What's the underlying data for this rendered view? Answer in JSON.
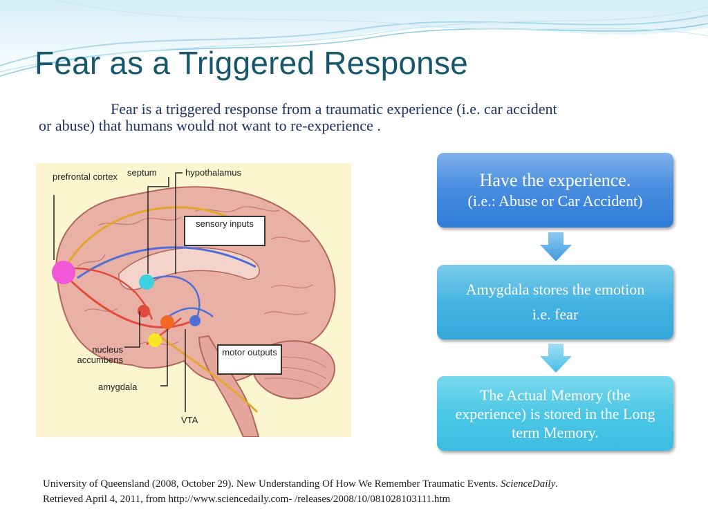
{
  "slide": {
    "title": "Fear as a Triggered Response",
    "intro": "Fear is a triggered response from a traumatic experience (i.e. car accident or abuse) that humans would not want to re-experience ."
  },
  "figure": {
    "labels": {
      "prefrontal_cortex": "prefrontal cortex",
      "septum": "septum",
      "hypothalamus": "hypothalamus",
      "sensory_inputs": "sensory inputs",
      "nucleus_accumbens": "nucleus accumbens",
      "amygdala": "amygdala",
      "motor_outputs": "motor outputs",
      "vta": "VTA"
    }
  },
  "flow": {
    "box1": {
      "line1": "Have the experience.",
      "line2": "(i.e.: Abuse or Car Accident)"
    },
    "box2": {
      "line1": "Amygdala stores the emotion",
      "line2": "i.e. fear"
    },
    "box3": {
      "line1": "The Actual Memory (the experience) is stored in the Long term Memory."
    },
    "colors": {
      "box1": "#3f88dc",
      "box2": "#40afdf",
      "box3": "#45c3e4",
      "arrow": "#4fb6e6"
    }
  },
  "citation": {
    "part1": "University of Queensland (2008, October 29). New Understanding Of How We Remember Traumatic Events. ",
    "source": "ScienceDaily",
    "part2": ".",
    "line2": "Retrieved April 4, 2011, from http://www.sciencedaily.com- /releases/2008/10/081028103111.htm"
  },
  "theme": {
    "title_color": "#17576b",
    "text_color": "#1c3366",
    "wave_color": "#9fd3e6"
  }
}
